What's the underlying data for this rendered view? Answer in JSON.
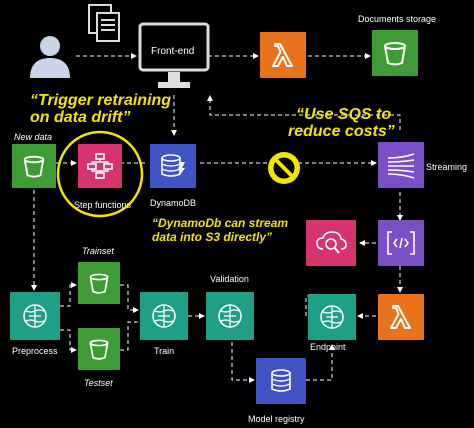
{
  "labels": {
    "documents_storage": "Documents storage",
    "front_end": "Front-end",
    "new_data": "New data",
    "step_functions": "Step functions",
    "dynamodb": "DynamoDB",
    "streaming": "Streaming",
    "trainset": "Trainset",
    "testset": "Testset",
    "preprocess": "Preprocess",
    "train": "Train",
    "validation": "Validation",
    "endpoint": "Endpoint",
    "model_registry": "Model registry"
  },
  "notes": {
    "trigger_line1": "“Trigger retraining",
    "trigger_line2": "on data drift”",
    "sqs_line1": "“Use SQS to",
    "sqs_line2": "reduce costs”",
    "dynamo_line1": "“DynamoDb can stream",
    "dynamo_line2": "data into S3 directly”"
  },
  "colors": {
    "lambda": "#e8731c",
    "s3": "#3f9b35",
    "sagemaker": "#1f9f86",
    "step_functions": "#d6336f",
    "dynamodb": "#3f55c6",
    "kinesis": "#7b4fc8",
    "note": "#f2e600"
  },
  "icons": {
    "user": "user-icon",
    "documents": "documents-icon",
    "monitor": "monitor-icon",
    "lambda": "lambda-icon",
    "bucket": "bucket-icon",
    "brain": "brain-icon",
    "database": "database-icon",
    "no_sign": "no-entry-icon"
  }
}
